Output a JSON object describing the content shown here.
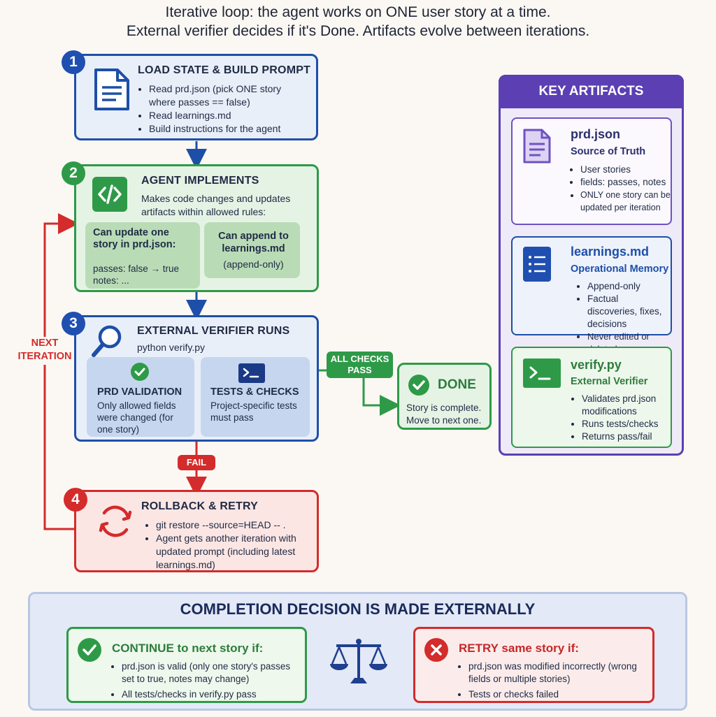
{
  "header": {
    "line1": "Iterative loop: the agent works on ONE user story at a time.",
    "line2": "External verifier decides if it's Done. Artifacts evolve between iterations."
  },
  "step1": {
    "number": "1",
    "title": "LOAD STATE & BUILD PROMPT",
    "bullets": [
      "Read prd.json (pick ONE story where passes == false)",
      "Read learnings.md",
      "Build instructions for the agent"
    ],
    "icon": "document-icon"
  },
  "step2": {
    "number": "2",
    "title": "AGENT IMPLEMENTS",
    "desc": "Makes code changes and updates artifacts within allowed rules:",
    "icon": "code-icon",
    "box_a": {
      "title": "Can update one story in prd.json:",
      "line1": "passes: false → true",
      "line2": "notes: ..."
    },
    "box_b": {
      "title": "Can append to learnings.md",
      "line1": "(append-only)"
    }
  },
  "step3": {
    "number": "3",
    "title": "EXTERNAL VERIFIER RUNS",
    "cmd": "python verify.py",
    "icon": "magnifier-icon",
    "box_a": {
      "title": "PRD VALIDATION",
      "desc": "Only allowed fields were changed (for one story)"
    },
    "box_b": {
      "title": "TESTS & CHECKS",
      "desc": "Project-specific tests must pass"
    }
  },
  "step4": {
    "number": "4",
    "title": "ROLLBACK & RETRY",
    "bullets": [
      "git restore --source=HEAD -- .",
      "Agent gets another iteration with updated prompt (including latest learnings.md)"
    ],
    "icon": "refresh-icon"
  },
  "labels": {
    "next_iteration": "NEXT ITERATION",
    "all_checks_pass": "ALL CHECKS PASS",
    "fail": "FAIL"
  },
  "done": {
    "title": "DONE",
    "desc": "Story is complete. Move to next one."
  },
  "artifacts": {
    "title": "KEY ARTIFACTS",
    "prd": {
      "name": "prd.json",
      "sub": "Source of Truth",
      "bullets": [
        "User stories",
        "fields: passes, notes",
        "ONLY one story can be updated per iteration"
      ]
    },
    "learnings": {
      "name": "learnings.md",
      "sub": "Operational Memory",
      "bullets": [
        "Append-only",
        "Factual discoveries, fixes, decisions",
        "Never edited or deleted"
      ]
    },
    "verify": {
      "name": "verify.py",
      "sub": "External Verifier",
      "bullets": [
        "Validates prd.json modifications",
        "Runs tests/checks",
        "Returns pass/fail"
      ]
    }
  },
  "decision": {
    "title": "COMPLETION DECISION IS MADE EXTERNALLY",
    "continue": {
      "title_strong": "CONTINUE",
      "title_rest": " to next story if:",
      "bullets": [
        "prd.json is valid (only one story's passes set to true, notes may change)",
        "All tests/checks in verify.py pass"
      ]
    },
    "retry": {
      "title_strong": "RETRY",
      "title_rest": " same story if:",
      "bullets": [
        "prd.json was modified incorrectly (wrong fields or multiple stories)",
        "Tests or checks failed"
      ]
    }
  },
  "colors": {
    "blue": "#1d4fa8",
    "green": "#2e9a48",
    "red": "#d42b2b",
    "purple": "#5b3fb3"
  }
}
